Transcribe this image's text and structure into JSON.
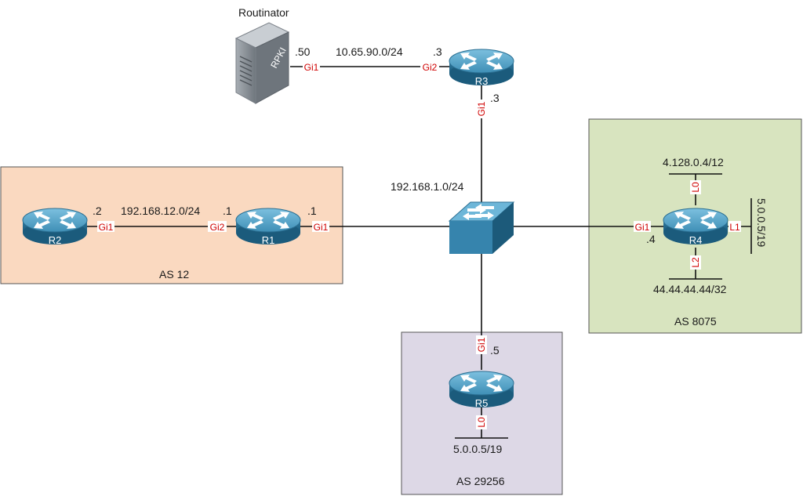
{
  "colors": {
    "as12_fill": "#fad9c0",
    "as8075_fill": "#d8e4bf",
    "as29256_fill": "#ddd8e6",
    "box_stroke": "#555555",
    "router_blue": "#4d9fc4",
    "router_dark": "#1e6a8e",
    "interface_red": "#d00000",
    "server_gray": "#8e949b"
  },
  "servers": {
    "routinator": {
      "title": "Routinator",
      "badge": "RPKI"
    }
  },
  "devices": {
    "r1": {
      "name": "R1"
    },
    "r2": {
      "name": "R2"
    },
    "r3": {
      "name": "R3"
    },
    "r4": {
      "name": "R4"
    },
    "r5": {
      "name": "R5"
    },
    "switch": {
      "name": ""
    }
  },
  "as_labels": {
    "as12": "AS 12",
    "as8075": "AS 8075",
    "as29256": "AS 29256"
  },
  "subnets": {
    "rpki_link": "10.65.90.0/24",
    "r1_r2_link": "192.168.12.0/24",
    "lan": "192.168.1.0/24"
  },
  "loopbacks": {
    "r4_l0": "4.128.0.4/12",
    "r4_l1": "5.0.0.5/19",
    "r4_l2": "44.44.44.44/32",
    "r5_l0": "5.0.0.5/19"
  },
  "interfaces": {
    "routinator_gi1": "Gi1",
    "r3_gi2": "Gi2",
    "r3_gi1": "Gi1",
    "r2_gi1": "Gi1",
    "r1_gi2": "Gi2",
    "r1_gi1": "Gi1",
    "r4_gi1": "Gi1",
    "r4_l0": "L0",
    "r4_l1": "L1",
    "r4_l2": "L2",
    "r5_gi1": "Gi1",
    "r5_l0": "L0"
  },
  "host_addresses": {
    "routinator": ".50",
    "r3_gi2": ".3",
    "r3_gi1": ".3",
    "r2_gi1": ".2",
    "r1_gi2": ".1",
    "r1_gi1": ".1",
    "r4_gi1": ".4",
    "r5_gi1": ".5"
  }
}
